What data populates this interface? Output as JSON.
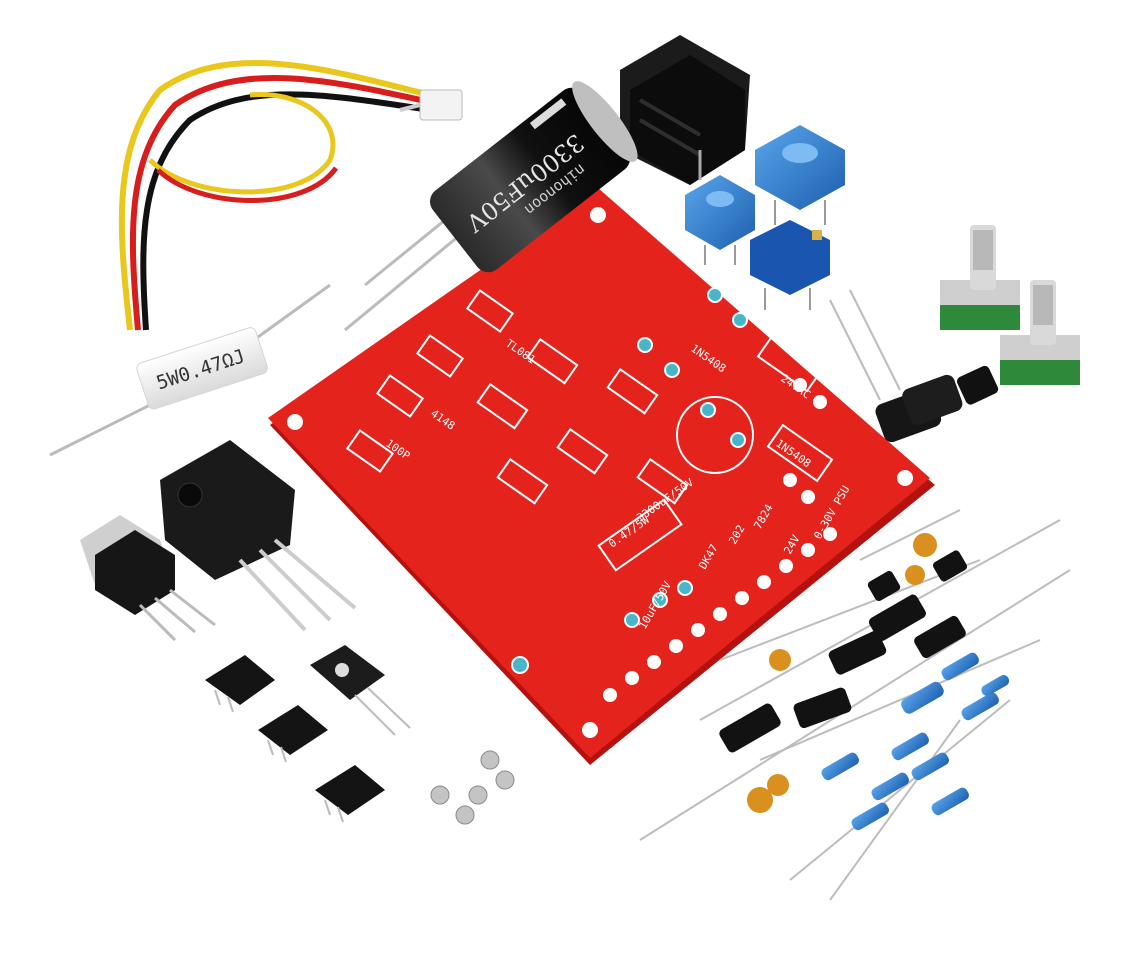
{
  "photo": {
    "resistor_marking": "5W0.47ΩJ",
    "capacitor_value": "3300uF50V",
    "capacitor_brand": "nihonoon",
    "board_labels": {
      "cap_value": "3300uF/50V",
      "resistor_value": "0.47/5W",
      "diode_main": "1N5408",
      "diode_side": "1N5408",
      "zener": "24V",
      "trimmer": "202",
      "diode_small": "4148",
      "board_id": "TL081",
      "cap_small": "10uF/50V",
      "caps": "100P",
      "ic_right": "7824",
      "psu": "0-30V PSU",
      "vrect": "24VAC",
      "dk": "DK47"
    }
  },
  "colors": {
    "pcb": "#e5231d",
    "pcb_dark": "#b5120f",
    "silk": "#ffffff",
    "pad": "#49b5c9",
    "trimmer_blue": "#2f7fd0",
    "electrolytic": "#111111",
    "resistor_body": "#3f84c8"
  }
}
